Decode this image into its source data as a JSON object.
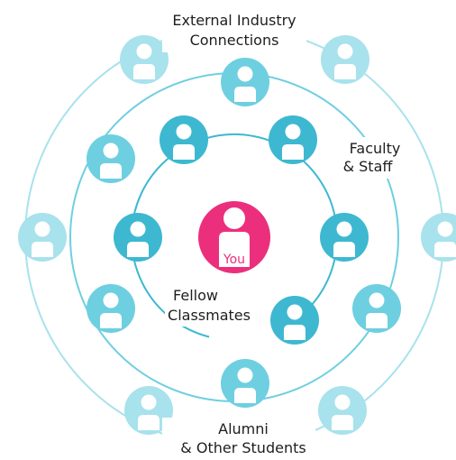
{
  "center": {
    "label": "You"
  },
  "rings": {
    "inner": {
      "label_lines": [
        "Fellow",
        "Classmates"
      ]
    },
    "middle": {
      "label_lines": [
        "Faculty",
        "& Staff"
      ]
    },
    "outer": {
      "top_label_lines": [
        "External Industry",
        "Connections"
      ],
      "bottom_label_lines": [
        "Alumni",
        "& Other Students"
      ]
    }
  },
  "colors": {
    "you": "#ec2f7c",
    "inner_person": "#3db8d0",
    "middle_person": "#6ecfe0",
    "outer_person": "#a8e2ec",
    "ring_inner": "#3db8d0",
    "ring_middle": "#6ecfe0",
    "ring_outer": "#a8e2ec",
    "icon_fill": "#ffffff"
  }
}
